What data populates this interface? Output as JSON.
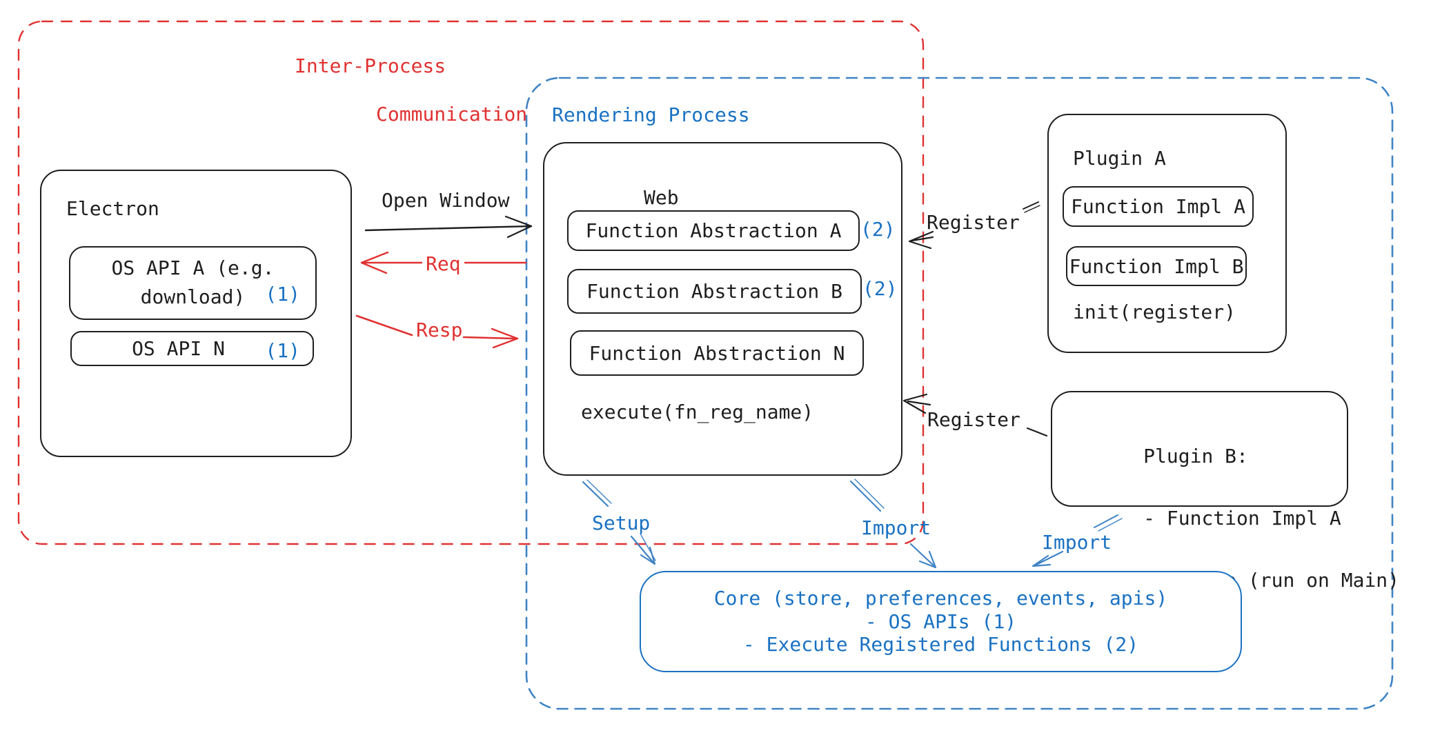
{
  "regions": {
    "ipc": {
      "title_line1": "Inter-Process",
      "title_line2": "Communication"
    },
    "rendering": {
      "title": "Rendering Process"
    }
  },
  "electron": {
    "title": "Electron",
    "os_api_a": {
      "line1": "OS API A (e.g.",
      "line2": "download)",
      "badge": "(1)"
    },
    "os_api_n": {
      "label": "OS API N",
      "badge": "(1)"
    }
  },
  "web": {
    "title": "Web",
    "abstractions": [
      {
        "label": "Function Abstraction A",
        "badge": "(2)"
      },
      {
        "label": "Function Abstraction B",
        "badge": "(2)"
      },
      {
        "label": "Function Abstraction N",
        "badge": ""
      }
    ],
    "execute_label": "execute(fn_reg_name)"
  },
  "plugin_a": {
    "title": "Plugin A",
    "impl_a": "Function Impl A",
    "impl_b": "Function Impl B",
    "init_label": "init(register)"
  },
  "plugin_b": {
    "title": "Plugin B:",
    "line1": "- Function Impl A",
    "line2": "- Module (run on Main)"
  },
  "core": {
    "line1": "Core (store, preferences, events, apis)",
    "line2": "- OS APIs (1)",
    "line3": "- Execute Registered Functions (2)"
  },
  "edges": {
    "open_window": "Open Window",
    "req": "Req",
    "resp": "Resp",
    "setup": "Setup",
    "import_core": "Import",
    "import_plugin": "Import",
    "register_plugin_a": "Register",
    "register_plugin_b": "Register"
  },
  "colors": {
    "black": "#1e1e1e",
    "red": "#e03131",
    "blue": "#1971c2",
    "dashed_blue": "#3f83c5",
    "background": "#ffffff"
  }
}
